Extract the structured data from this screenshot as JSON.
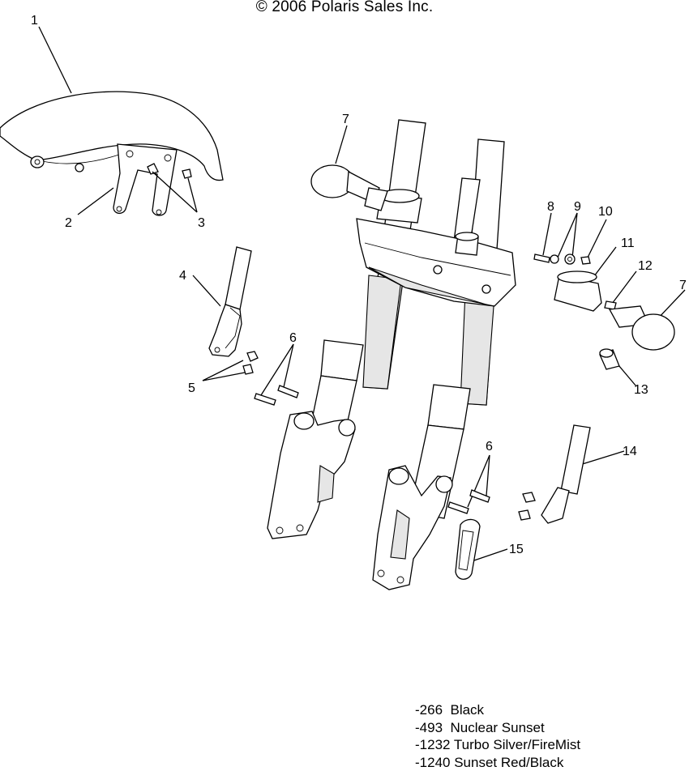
{
  "copyright": "© 2006 Polaris Sales Inc.",
  "callouts": [
    "1",
    "2",
    "3",
    "4",
    "5",
    "6",
    "7",
    "8",
    "9",
    "10",
    "11",
    "12",
    "7",
    "13",
    "6",
    "14",
    "15"
  ],
  "color_codes": [
    {
      "code": "-266",
      "name": "Black"
    },
    {
      "code": "-493",
      "name": "Nuclear Sunset"
    },
    {
      "code": "-1232",
      "name": "Turbo Silver/FireMist"
    },
    {
      "code": "-1240",
      "name": "Sunset Red/Black"
    }
  ]
}
